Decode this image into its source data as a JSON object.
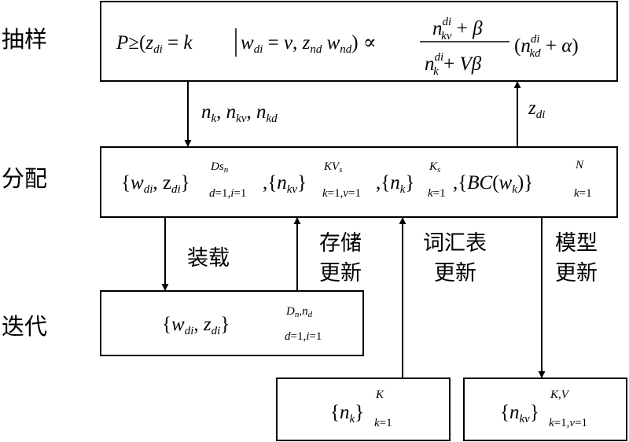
{
  "stage_labels": {
    "sampling": "抽样",
    "allocation": "分配",
    "iteration": "迭代"
  },
  "edge_labels": {
    "counts_down": "n_k, n_kv, n_kd",
    "topic_up": "z_di",
    "load": "装载",
    "storage_update": [
      "存储",
      "更新"
    ],
    "vocab_update": [
      "词汇表",
      "更新"
    ],
    "model_update": [
      "模型",
      "更新"
    ]
  },
  "boxes": {
    "sampling_formula": "P ≥ (z_di = k | w_di = v, z_nd w_nd) ∝ (n_kv^di + β)/(n_k^di + Vβ) (n_kd^di + α)",
    "allocation_formula": "{w_di, z_di}_{d=1,i=1}^{D s_n}, {n_kv}_{k=1,v=1}^{K V_s}, {n_k}_{k=1}^{K_s}, {BC(w_k)}_{k=1}^{N}",
    "iteration_formula": "{w_di, z_di}_{d=1,i=1}^{D_n, n_d}",
    "vocab_formula": "{n_k}_{k=1}^{K}",
    "model_formula": "{n_kv}_{k=1,v=1}^{K,V}"
  },
  "colors": {
    "line": "#000000",
    "text": "#000000",
    "background": "#ffffff"
  }
}
